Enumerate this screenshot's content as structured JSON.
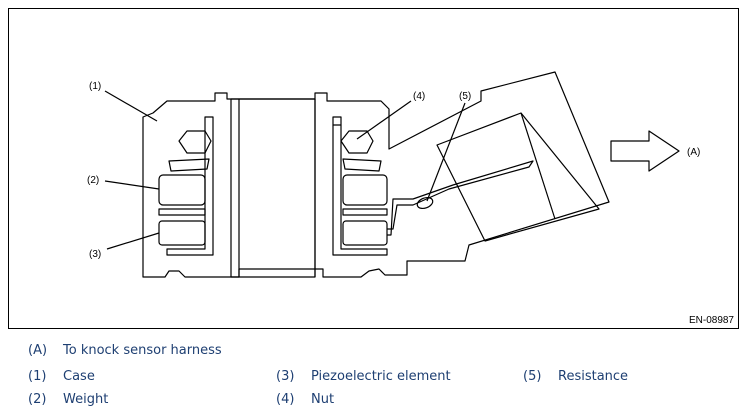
{
  "figure": {
    "id": "EN-08987",
    "callouts": {
      "c1": "(1)",
      "c2": "(2)",
      "c3": "(3)",
      "c4": "(4)",
      "c5": "(5)",
      "cA": "(A)"
    },
    "colors": {
      "stroke": "#000000",
      "legend_text": "#1e3f72"
    }
  },
  "legend": [
    {
      "code": "(A)",
      "text": "To knock sensor harness"
    },
    {
      "code": "(1)",
      "text": "Case"
    },
    {
      "code": "(2)",
      "text": "Weight"
    },
    {
      "code": "(3)",
      "text": "Piezoelectric element"
    },
    {
      "code": "(4)",
      "text": "Nut"
    },
    {
      "code": "(5)",
      "text": "Resistance"
    }
  ]
}
